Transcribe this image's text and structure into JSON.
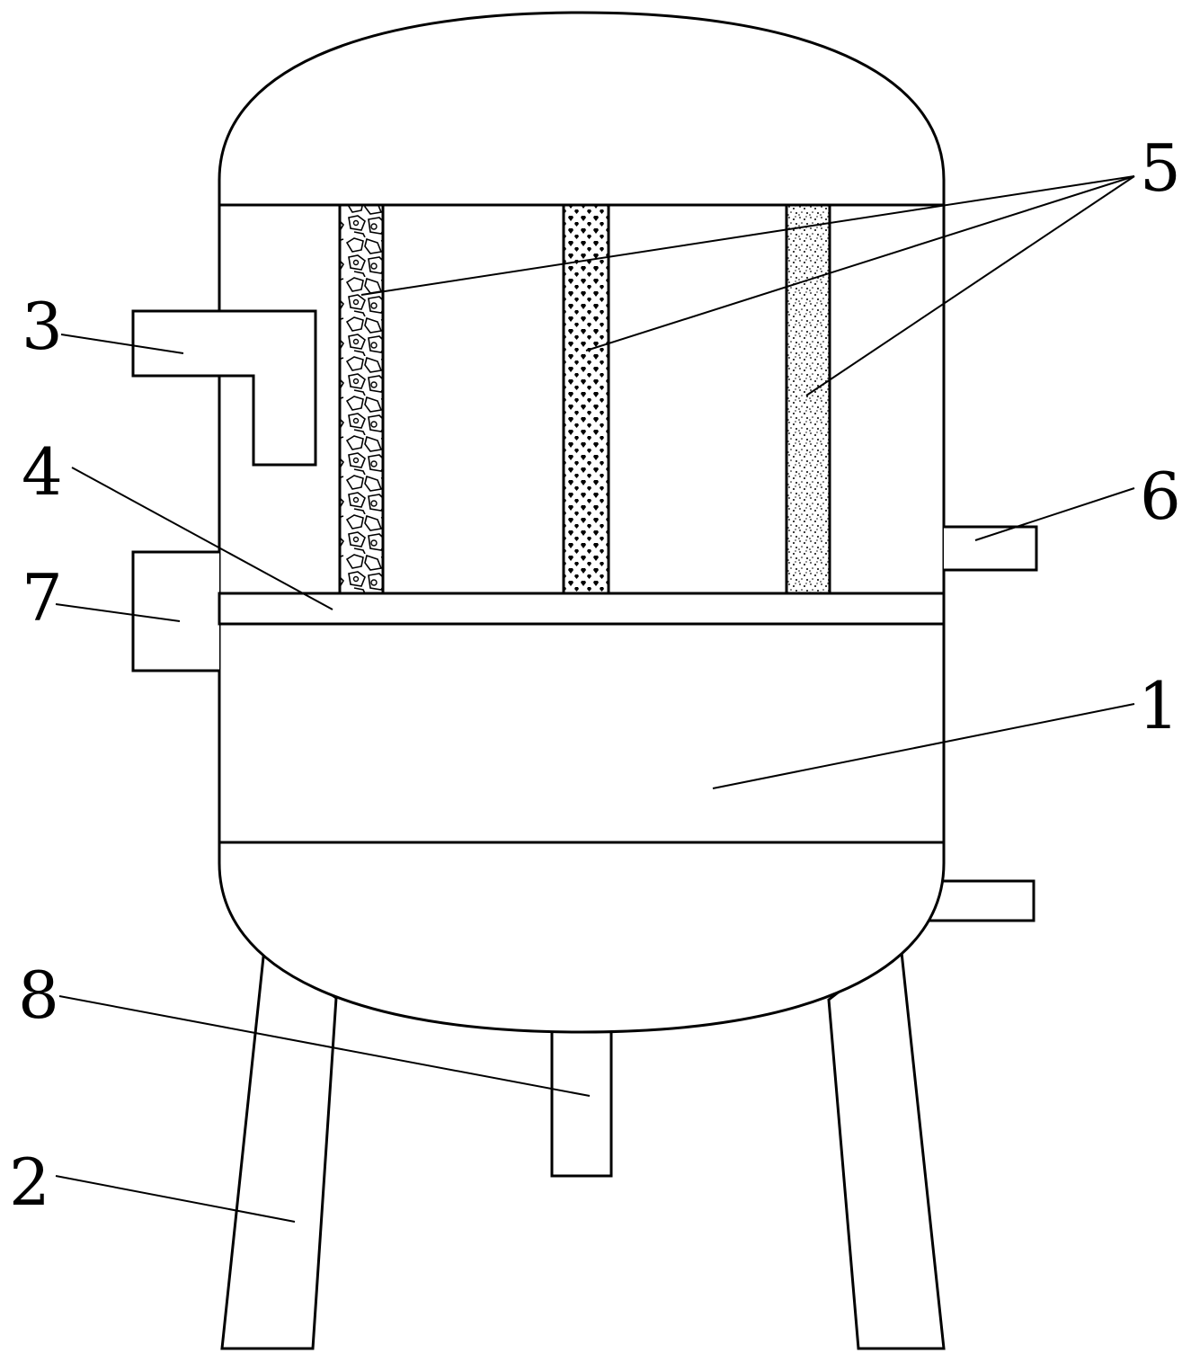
{
  "callouts": {
    "c1": "1",
    "c2": "2",
    "c3": "3",
    "c4": "4",
    "c5": "5",
    "c6": "6",
    "c7": "7",
    "c8": "8"
  },
  "colors": {
    "stroke": "#000000",
    "background": "#ffffff"
  }
}
